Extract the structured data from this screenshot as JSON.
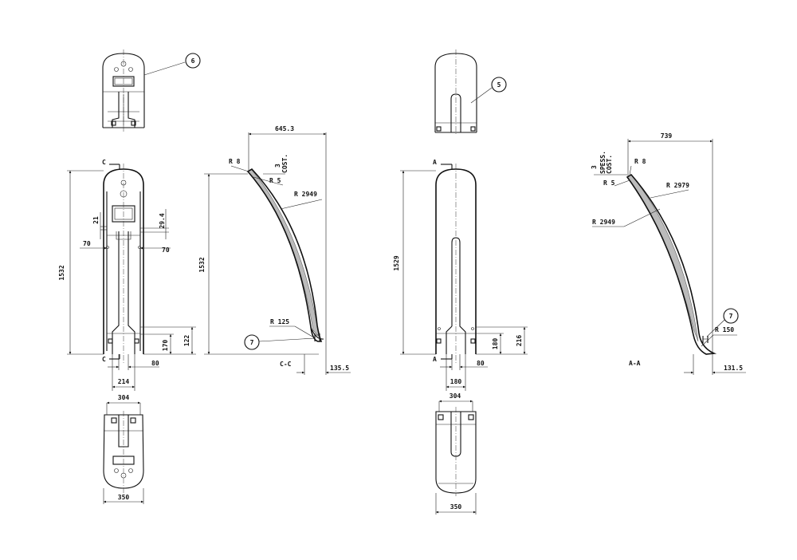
{
  "balloons": {
    "b6": "6",
    "b5": "5",
    "b7_left": "7",
    "b7_right": "7"
  },
  "view_left": {
    "section_marker": "C",
    "dim_height": "1532",
    "dim_21": "21",
    "dim_29_4": "29.4",
    "dim_70_left": "70",
    "dim_70_right": "70",
    "dim_122": "122",
    "dim_170": "170",
    "dim_80": "80",
    "dim_214": "214",
    "dim_304": "304",
    "dim_350": "350"
  },
  "section_cc": {
    "dim_645_3": "645.3",
    "r8": "R 8",
    "r5": "R 5",
    "three_cost": "3",
    "cost": "COST.",
    "r2949": "R 2949",
    "dim_1532": "1532",
    "r125": "R 125",
    "title": "C-C",
    "dim_135_5": "135.5"
  },
  "view_right": {
    "section_marker": "A",
    "dim_1529": "1529",
    "dim_180_v": "180",
    "dim_216": "216",
    "dim_80": "80",
    "dim_180_h": "180",
    "dim_304": "304",
    "dim_350": "350"
  },
  "section_aa": {
    "dim_739": "739",
    "three_spess": "3",
    "spess": "SPESS.",
    "cost": "COST.",
    "r8": "R 8",
    "r5": "R 5",
    "r2979": "R 2979",
    "r2949": "R 2949",
    "r150": "R 150",
    "title": "A-A",
    "dim_131_5": "131.5"
  }
}
